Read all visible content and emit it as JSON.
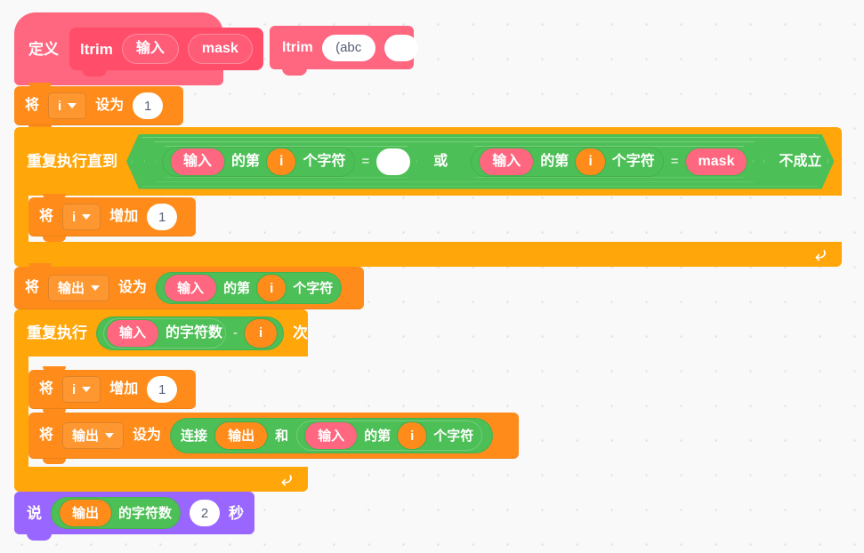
{
  "workspace": {
    "background_color": "#f9f9f9",
    "grid_dot_color": "#e0e0e2",
    "palette": {
      "custom_block": "#FF6680",
      "custom_block_dark": "#FF4D6A",
      "data_variable": "#FF8C1A",
      "control": "#FFA60A",
      "operator": "#4CBF56",
      "looks": "#9966FF"
    }
  },
  "define_block": {
    "keyword": "定义",
    "proc_name": "ltrim",
    "args": [
      "输入",
      "mask"
    ]
  },
  "call_block": {
    "proc_name": "ltrim",
    "arg1_value": "(abc",
    "arg2_value": ""
  },
  "script": {
    "set_i": {
      "verb": "将",
      "variable": "i",
      "setter": "设为",
      "value": "1"
    },
    "repeat_until": {
      "label": "重复执行直到",
      "not_label": "不成立",
      "or_label": "或",
      "cond_a": {
        "string": "输入",
        "of_the": "的第",
        "index": "i",
        "letter": "个字符",
        "operator": "=",
        "right_value": ""
      },
      "cond_b": {
        "string": "输入",
        "of_the": "的第",
        "index": "i",
        "letter": "个字符",
        "operator": "=",
        "right_value": "mask"
      },
      "body": {
        "verb": "将",
        "variable": "i",
        "setter": "增加",
        "value": "1"
      }
    },
    "set_output_letter": {
      "verb": "将",
      "variable": "输出",
      "setter": "设为",
      "value": {
        "string": "输入",
        "of_the": "的第",
        "index": "i",
        "letter": "个字符"
      }
    },
    "repeat_times": {
      "label": "重复执行",
      "suffix": "次",
      "count_expr": {
        "string": "输入",
        "length_label": "的字符数",
        "operator": "-",
        "right": "i"
      },
      "body_increment": {
        "verb": "将",
        "variable": "i",
        "setter": "增加",
        "value": "1"
      },
      "body_join": {
        "verb": "将",
        "variable": "输出",
        "setter": "设为",
        "join_label": "连接",
        "left": "输出",
        "and_label": "和",
        "right": {
          "string": "输入",
          "of_the": "的第",
          "index": "i",
          "letter": "个字符"
        }
      }
    },
    "say_block": {
      "label": "说",
      "variable": "输出",
      "length_label": "的字符数",
      "seconds": "2",
      "seconds_label": "秒"
    }
  }
}
